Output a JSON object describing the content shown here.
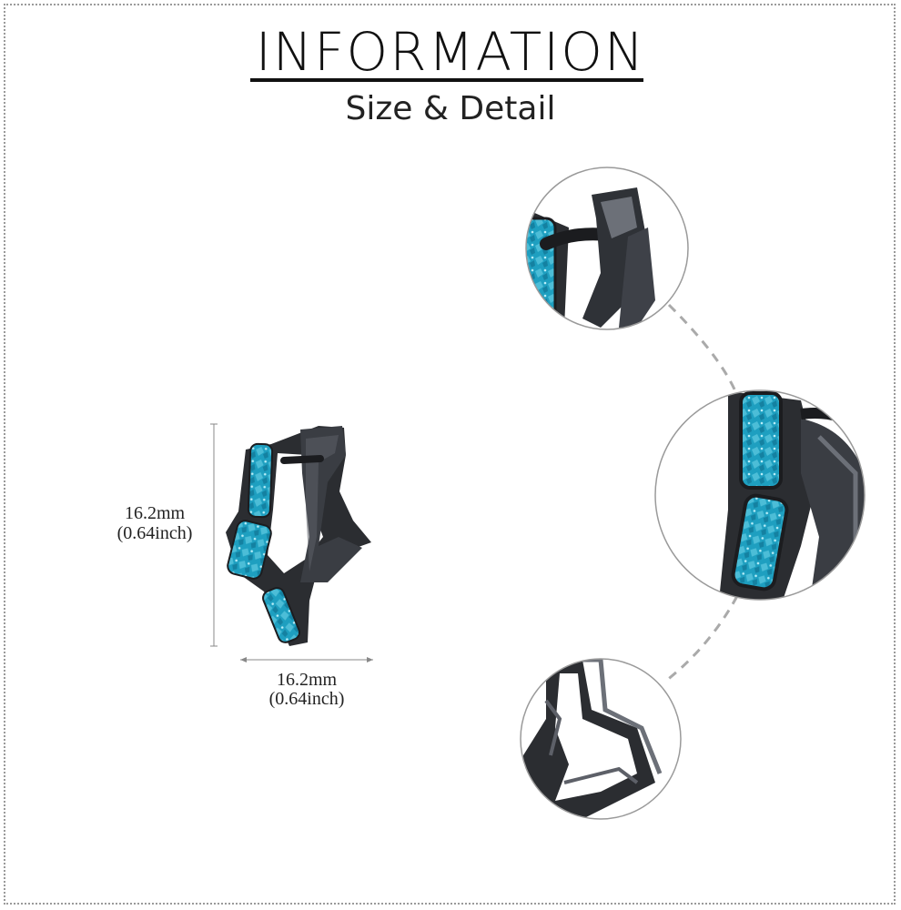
{
  "header": {
    "title": "INFORMATION",
    "subtitle": "Size & Detail"
  },
  "dimensions": {
    "height_mm": "16.2mm",
    "height_inch": "(0.64inch)",
    "width_mm": "16.2mm",
    "width_inch": "(0.64inch)"
  },
  "colors": {
    "metal": "#2b2d31",
    "metal_highlight": "#5d6068",
    "stone": "#1fa3c4",
    "stone_light": "#7fd9ec",
    "dash": "#aaaaaa"
  },
  "icons": {
    "product": "star-hoop-earring-icon",
    "detail_1": "hinge-detail-icon",
    "detail_2": "stone-inlay-detail-icon",
    "detail_3": "star-point-detail-icon"
  }
}
